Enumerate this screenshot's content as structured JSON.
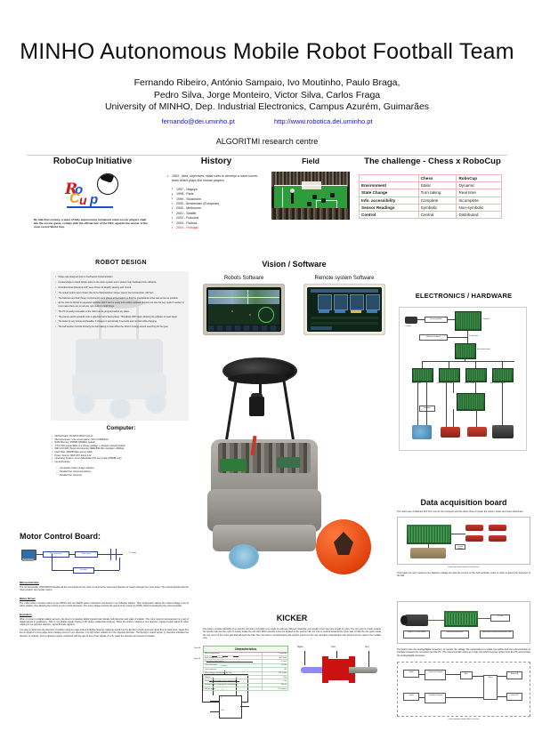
{
  "header": {
    "title": "MINHO Autonomous Mobile Robot Football Team",
    "authors_line1": "Fernando Ribeiro, António Sampaio, Ivo Moutinho, Paulo Braga,",
    "authors_line2": "Pedro Silva, Jorge Monteiro, Victor Silva, Carlos Fraga",
    "affiliation": "University of MINHO, Dep. Industrial Electronics, Campus Azurém, Guimarães",
    "email": "fernando@dei.uminho.pt",
    "website": "http://www.robotica.dei.uminho.pt",
    "centre": "ALGORITMI research centre"
  },
  "robocup": {
    "title": "RoboCup Initiative",
    "logo_letters": {
      "r": "R",
      "o": "o",
      "c": "C",
      "u": "u",
      "p": "p"
    },
    "caption": "By mid-21st century, a team of fully autonomous humanoid robot soccer players shall win the soccer game, comply with the official rule of the FIFA, against the winner of the most recent World Cup."
  },
  "history": {
    "title": "History",
    "intro": "1993 - Idea, objectives, initial rules to develop a robot soccer team which plays like human players.",
    "items": [
      {
        "year": "1997",
        "city": "Nagoya",
        "highlight": false
      },
      {
        "year": "1998",
        "city": "Paris",
        "highlight": false
      },
      {
        "year": "1999",
        "city": "Stockholm",
        "highlight": false
      },
      {
        "year": "2000",
        "city": "Amsterdam (European)",
        "highlight": false
      },
      {
        "year": "2000",
        "city": "Melbourne",
        "highlight": false
      },
      {
        "year": "2001",
        "city": "Seattle",
        "highlight": false
      },
      {
        "year": "2002",
        "city": "Fukuoka",
        "highlight": false
      },
      {
        "year": "2003",
        "city": "Padova",
        "highlight": false
      },
      {
        "year": "2004",
        "city": "Portugal",
        "highlight": true
      }
    ],
    "highlight_color": "#d02020"
  },
  "field": {
    "title": "Field",
    "photo_alt": "RoboCup middle size league field with robots and audience"
  },
  "challenge": {
    "title": "The challenge - Chess x RoboCup",
    "columns": [
      "",
      "Chess",
      "RoboCup"
    ],
    "rows": [
      [
        "Environment",
        "Static",
        "Dynamic"
      ],
      [
        "State Change",
        "Turn taking",
        "Real time"
      ],
      [
        "Info. accessibility",
        "Complete",
        "Incomplete"
      ],
      [
        "Sensor Readings",
        "Symbolic",
        "Non-symbolic"
      ],
      [
        "Control",
        "Central",
        "Distributed"
      ]
    ],
    "border_color": "#f0b8b8"
  },
  "robot_design": {
    "title": "ROBOT DESIGN",
    "bullets": [
      "Shape was designed prior to mechanical implementation.",
      "Conical shape to avoid hidden parts on the vision system and to protect main hardware from collisions.",
      "Omnidirectional wheels at 120º were chosen to simplify steering and control.",
      "The actual motors were chosen due to its characteristics: torque, speed, low consumption, 24V fed.",
      "The batteries and bulk (heavy components) were placed at the bottom so that the gravitational center was as low as possible.",
      "All the robot is divided in separated modules which can be easily and quickly replaced. Repairs are rare but very quick if needed. In most cases there are no screws, only velcro to hold things.",
      "The PC is easily removable so the robot can be programmed at any place.",
      "The camera points upwards onto a spherical mirror facing down. This allows 360º vision allowing the software to react faster.",
      "The kicker is very strong and feasible. It charges in aproximatly 5 seconds and can kick while charging.",
      "The ball handler controls thinnerly the ball making it rotate whilst the robot is moving around searching for the goal."
    ]
  },
  "vision": {
    "title": "Vision / Software",
    "monitor_left_caption": "Robots Software",
    "monitor_right_caption": "Remote system Software"
  },
  "computer": {
    "title": "Computer:",
    "specs": [
      "Motherboard: VIA EPIA M933 mini-itx",
      "Microprocessor: Low consumption (VIA C3 933MHz)",
      "RAM Memory: 256MB (266MHz speed)",
      "1 PCI Slot expandable to 2 (frame grabber + wireless network board)",
      "WiFi ACX100 (Texas Instruments) IEEE 802.11b compliant, 22Mbps",
      "Hard Disk: 256MB IDE memory flash",
      "Power Source: 50W ATX fed at 12V",
      "Operating System: Linux (Mandrake 8.2) text mode (150MB only)",
      "Inputs/Outputs:"
    ],
    "io": [
      "Composite Video (image capture)",
      "Parallel Port (communications)",
      "Parallel Port (Control)"
    ]
  },
  "electronics": {
    "title": "ELECTRONICS / HARDWARE",
    "blocks": {
      "camera": "Camera",
      "frame_grabber": "Frame grabber",
      "computer": "Computer",
      "wireless": "Wireless network",
      "parallel_port": "Parallel port",
      "acquisition": "Acquisition board",
      "motor_board": "Motor board",
      "data_acquisition": "Data acquisition board",
      "kicker_control": "Kicker control",
      "ball_controller": "Ball controller driver",
      "bridge": "Bridge HEX",
      "encoder": "Encoder"
    },
    "actuators": [
      "Motors",
      "Batteries",
      "Kicker",
      "Ball handler"
    ]
  },
  "motor_control": {
    "title": "Motor Control Board:",
    "diagram_blocks": {
      "pc": "PC",
      "micro": "Microcontroller",
      "driver": "Motor driver",
      "motor": "DC Motor",
      "encoder": "Encoder"
    },
    "sections": [
      {
        "heading": "Microcontroller",
        "body": "The microcontroller (PIC16F876) handles all the commands for the robot. It controls the speed and direction of motors through the motor driver. The microcontroller tells the robot position via encoder output."
      },
      {
        "heading": "Motor Driver",
        "body": "The motor driver consists mainly of two PMOS and two NMOS power transistors connected in an H-Bridge fashion. This configuration allows the output voltage to be of either polarity, thus allowing the motors to turn in both directions. The input voltage controls the speed of the motors by PWM, which is handled by the microcontroller."
      },
      {
        "heading": "Encoders",
        "body": "When it comes to digital rotation sensors, the idea is to develop digital signals that indicate both direction and state of rotation. The most common arrangement is a pair of digital signals in quadrature. That is, two digital signals having a 90º phase relationship (Figure). When the shaft is rotating in one direction, signal A leads signal B, when rotating in the opposite direction, signal B leads signal A."
      },
      {
        "heading": "",
        "body": "It is easy to determine the direction of rotation using an edge-locked D flipflop (Figure). Applying signal A to the flip-flop's clock input and signal B to its data input, signal B is low at signal A's rising edge when rotation occurs in one direction, it is high when rotation is in the opposite direction. The flip-flop's output signal, Q, therefore indicates the direction of rotation. Such a direction signal, combined with the rate of one of the signals, A or B, yields the direction and speed of rotation."
      }
    ],
    "waveform_labels": {
      "a": "Signal A",
      "b": "Signal B",
      "q": "Q output"
    },
    "flipflop_labels": {
      "clk": "CLK",
      "d": "D",
      "q": "Q",
      "title": "Edge locked D flip-flop"
    }
  },
  "data_acquisition": {
    "title": "Data acquisition board",
    "intro": "The robot uses 4 batteries 12V 7Ah, one for the computer and the others three to power the motors, kicker and more electronics.",
    "note": "This board not only measures the batteries voltage but also the current on the ball controller motor in order to detect the presence of the ball.",
    "figure_caption": "Data acquisition board circuit structure",
    "figure_labels": {
      "board": "Acquisition board",
      "batteries": "Batteries",
      "sensor": "Current sensor"
    }
  },
  "board_detail": {
    "paragraph": "The board uses two analog/digital converters, to monitor the voltage, the optocouplers to isolate the earths and one microcontroller to interface between the converters and the PC. The microcontroller works as a logic unit which receives orders from the PC and controls the analog/digital converters.",
    "figure_caption": "Data acquisition board block structure",
    "blocks": {
      "converter": "Conversion Engine",
      "adc": "ADC",
      "micro": "Micro",
      "ext_a": "External A",
      "ext_b": "External B",
      "inputs": "Inputs"
    },
    "photo_labels": {
      "sensor": "CSLA1CD Current sensor",
      "board": "Data acquisition board",
      "out": "PC link",
      "opto": "Optocoupler isolating bidirectional input"
    }
  },
  "kicker": {
    "title": "KICKER",
    "paragraph": "The kicker consists basically of an electric coil with a movable core made up with two different materials: one length of iron and one length of nylon. The iron part is mostly outside the electric coil and the nylon is mostly inside the coil void. When electric current is applied to the electric coil, the core is pushed towards the nylon side so that the iron goes inside the coil, and it is the nylon part that will push the ball. The core force is proportional to the electric current on the coil, and also proportional to the amount of iron used in the metallic core.",
    "table_title": "Characteristics",
    "rows": [
      [
        "Max charging time",
        "5 seconds"
      ],
      [
        "Max voltage discharge",
        "400 Volts"
      ],
      [
        "Equivalent capacitance",
        "4.7mF"
      ],
      [
        "Coil inductance",
        "11 mH"
      ],
      [
        "Coil resistance",
        "4Ω"
      ],
      [
        "Max energy consumption by shot",
        "376 Joule"
      ],
      [
        "Weight",
        "1 Kg"
      ],
      [
        "Minimum shot ranging time inside body",
        "1 ms"
      ],
      [
        "Maximum shot ranging time moving ball",
        "10 m/s"
      ],
      [
        "Ball diameter",
        "22 centim."
      ]
    ],
    "diagram_labels": {
      "nylon": "Nylon",
      "coil": "Coil",
      "iron": "Iron"
    }
  }
}
